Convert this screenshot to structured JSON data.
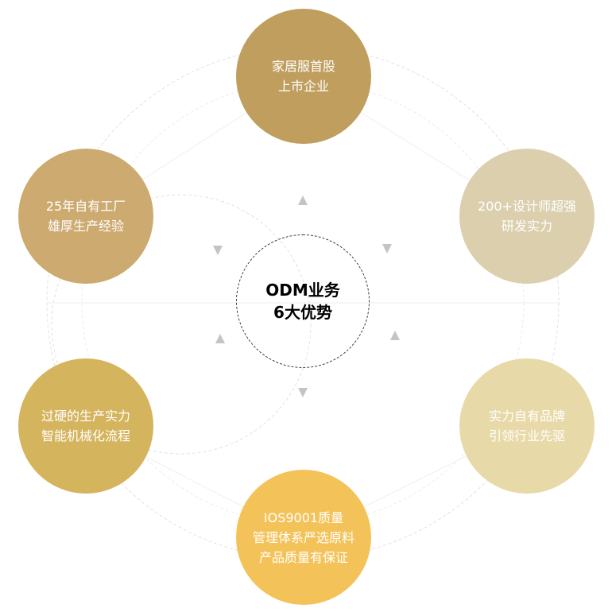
{
  "center": {
    "line1": "ODM业务",
    "line2": "6大优势"
  },
  "nodes": [
    {
      "id": "top",
      "lines": [
        "家居服首股",
        "上市企业"
      ],
      "color": "#BF9E5E"
    },
    {
      "id": "top-right",
      "lines": [
        "200+设计师超强",
        "研发实力"
      ],
      "color": "#DBCFAE"
    },
    {
      "id": "bottom-right",
      "lines": [
        "实力自有品牌",
        "引领行业先驱"
      ],
      "color": "#E8D9A8"
    },
    {
      "id": "bottom",
      "lines": [
        "IOS9001质量",
        "管理体系严选原料",
        "产品质量有保证"
      ],
      "color": "#F3C35A"
    },
    {
      "id": "bottom-left",
      "lines": [
        "过硬的生产实力",
        "智能机械化流程"
      ],
      "color": "#D5B45E"
    },
    {
      "id": "top-left",
      "lines": [
        "25年自有工厂",
        "雄厚生产经验"
      ],
      "color": "#CCAA70"
    }
  ]
}
